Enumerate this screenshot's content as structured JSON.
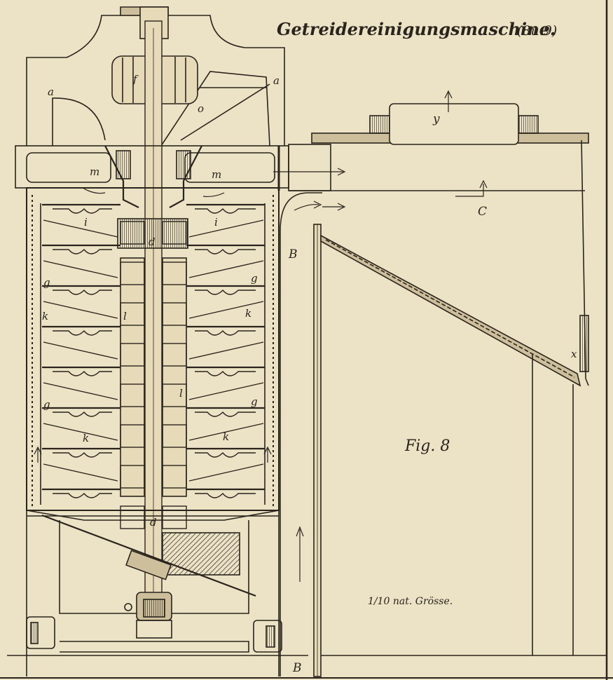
{
  "title": "Getreidereinigungsmaschine.",
  "title_ref": "(8u.9)",
  "figure_label": "Fig. 8",
  "scale_note": "1/10 nat. Grösse.",
  "labels": {
    "a": "a",
    "f": "f",
    "o": "o",
    "y": "y",
    "m": "m",
    "C": "C",
    "B": "B",
    "d": "d",
    "g": "g",
    "k": "k",
    "l": "l",
    "x": "x",
    "i": "i"
  },
  "colors": {
    "paper": "#ece2c6",
    "ink": "#2a241c"
  }
}
